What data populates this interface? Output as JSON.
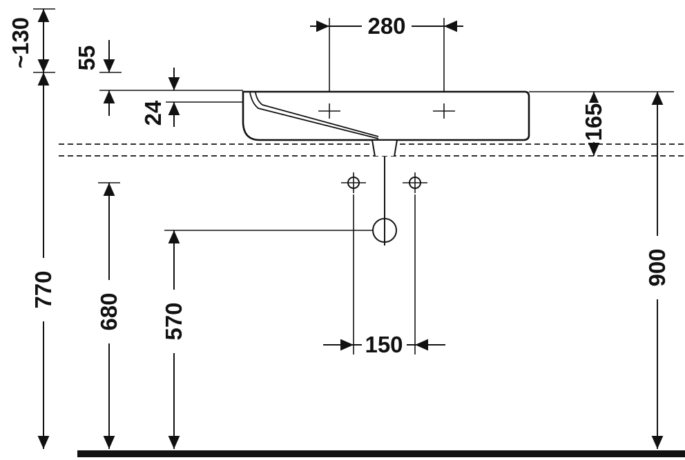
{
  "drawing": {
    "kind": "washbasin-side-profile-dimension-drawing",
    "colors": {
      "line": "#111111",
      "background": "#ffffff"
    }
  },
  "dims": {
    "d280": "280",
    "d130": "~130",
    "d55": "55",
    "d24": "24",
    "d770": "770",
    "d680": "680",
    "d570": "570",
    "d165": "165",
    "d900": "900",
    "d150": "150"
  }
}
